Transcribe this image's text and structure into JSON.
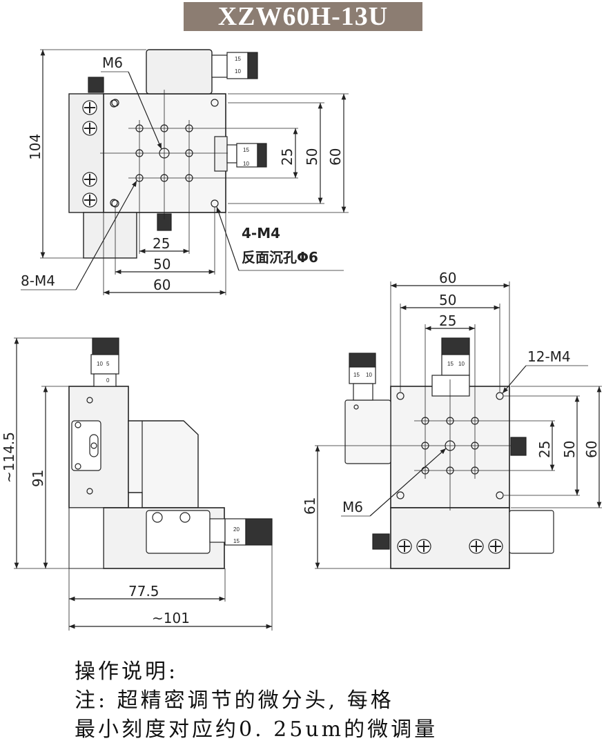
{
  "title": "XZW60H-13U",
  "top_view": {
    "dims": {
      "height_104": "104",
      "dim_25": "25",
      "dim_50": "50",
      "dim_60": "60",
      "bottom_25": "25",
      "bottom_50": "50",
      "bottom_60": "60"
    },
    "labels": {
      "m6": "M6",
      "m4_8": "8-M4",
      "m4_4": "4-M4",
      "counterbore": "反面沉孔Φ6"
    },
    "micrometer_ticks": {
      "a": "15",
      "b": "10"
    }
  },
  "side_view": {
    "dims": {
      "height_total": "~114.5",
      "height_91": "91",
      "width_77": "77.5",
      "width_101": "~101"
    },
    "micrometer_ticks": {
      "top_a": "10",
      "top_b": "5",
      "top_c": "0",
      "right_a": "20",
      "right_b": "15"
    }
  },
  "front_view": {
    "dims": {
      "top_60": "60",
      "top_50": "50",
      "top_25": "25",
      "right_25": "25",
      "right_50": "50",
      "right_60": "60",
      "left_61": "61"
    },
    "labels": {
      "m4_12": "12-M4",
      "m6": "M6"
    },
    "micrometer_ticks": {
      "a": "15",
      "b": "10"
    }
  },
  "notes": {
    "line1": "操作说明:",
    "line2": "注: 超精密调节的微分头, 每格",
    "line3": "最小刻度对应约0. 25um的微调量"
  }
}
